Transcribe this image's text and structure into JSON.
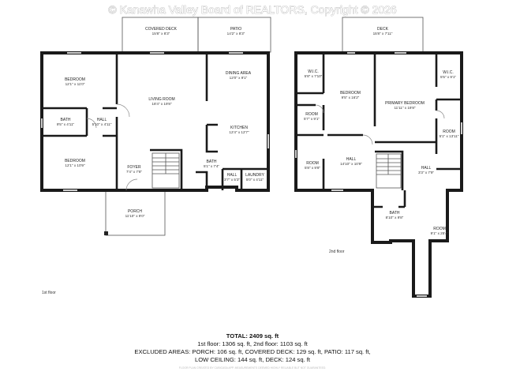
{
  "watermark": "© Kanawha Valley Board of REALTORS, Copyright  © 2026",
  "floors": {
    "first": {
      "label": "1st floor",
      "rooms": {
        "covered_deck": {
          "name": "COVERED DECK",
          "dims": "15'8\" x 8'3\""
        },
        "patio": {
          "name": "PATIO",
          "dims": "14'2\" x 8'3\""
        },
        "bedroom_1": {
          "name": "BEDROOM",
          "dims": "12'1\" x 11'0\""
        },
        "living_room": {
          "name": "LIVING ROOM",
          "dims": "18'4\" x 19'8\""
        },
        "dining_area": {
          "name": "DINING AREA",
          "dims": "12'0\" x 9'1\""
        },
        "bath_1": {
          "name": "BATH",
          "dims": "9'5\" x 4'11\""
        },
        "hall_1": {
          "name": "HALL",
          "dims": "5'10\" x 4'11\""
        },
        "kitchen": {
          "name": "KITCHEN",
          "dims": "12'4\" x 12'7\""
        },
        "bedroom_2": {
          "name": "BEDROOM",
          "dims": "12'1\" x 10'9\""
        },
        "foyer": {
          "name": "FOYER",
          "dims": "7'4\" x 7'8\""
        },
        "bath_2": {
          "name": "BATH",
          "dims": "5'1\" x 7'4\""
        },
        "hall_2": {
          "name": "HALL",
          "dims": "3'7\" x 5'3\""
        },
        "laundry": {
          "name": "LAUNDRY",
          "dims": "5'0\" x 4'11\""
        },
        "porch": {
          "name": "PORCH",
          "dims": "11'10\" x 9'0\""
        }
      }
    },
    "second": {
      "label": "2nd floor",
      "rooms": {
        "deck": {
          "name": "DECK",
          "dims": "15'8\" x 7'11\""
        },
        "wic_1": {
          "name": "W.I.C.",
          "dims": "5'8\" x 7'10\""
        },
        "bedroom": {
          "name": "BEDROOM",
          "dims": "9'5\" x 16'2\""
        },
        "primary_bedroom": {
          "name": "PRIMARY BEDROOM",
          "dims": "11'11\" x 19'8\""
        },
        "wic_2": {
          "name": "W.I.C.",
          "dims": "5'5\" x 9'1\""
        },
        "room_1": {
          "name": "ROOM",
          "dims": "5'7\" x 9'1\""
        },
        "room_2": {
          "name": "ROOM",
          "dims": "5'1\" x 13'11\""
        },
        "room_3": {
          "name": "ROOM",
          "dims": "5'8\" x 9'8\""
        },
        "hall_1": {
          "name": "HALL",
          "dims": "14'10\" x 10'9\""
        },
        "hall_2": {
          "name": "HALL",
          "dims": "3'3\" x 7'9\""
        },
        "bath": {
          "name": "BATH",
          "dims": "8'10\" x 9'8\""
        },
        "room_4": {
          "name": "ROOM",
          "dims": "9'1\" x 25'4\""
        }
      }
    }
  },
  "summary": {
    "total": "TOTAL: 2409 sq. ft",
    "floors_line": "1st floor: 1306 sq. ft, 2nd floor: 1103 sq. ft",
    "excluded_line": "EXCLUDED AREAS: PORCH: 106 sq. ft, COVERED DECK: 129 sq. ft, PATIO: 117 sq. ft,",
    "low_ceiling_line": "LOW CEILING: 144 sq. ft, DECK: 124 sq. ft",
    "disclaimer": "FLOOR PLAN CREATED BY CUBICASA APP. MEASUREMENTS DEEMED HIGHLY RELIABLE BUT NOT GUARANTEED."
  }
}
